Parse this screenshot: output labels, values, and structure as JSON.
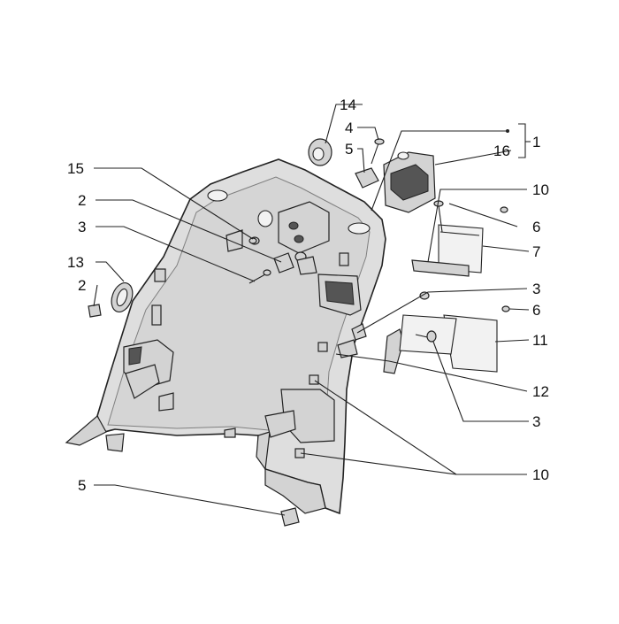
{
  "diagram": {
    "callouts": [
      {
        "id": "c14",
        "text": "14"
      },
      {
        "id": "c4",
        "text": "4"
      },
      {
        "id": "c5a",
        "text": "5"
      },
      {
        "id": "c16",
        "text": "16"
      },
      {
        "id": "c1",
        "text": "1"
      },
      {
        "id": "c15",
        "text": "15"
      },
      {
        "id": "c2a",
        "text": "2"
      },
      {
        "id": "c3a",
        "text": "3"
      },
      {
        "id": "c10a",
        "text": "10"
      },
      {
        "id": "c6a",
        "text": "6"
      },
      {
        "id": "c7",
        "text": "7"
      },
      {
        "id": "c13",
        "text": "13"
      },
      {
        "id": "c2b",
        "text": "2"
      },
      {
        "id": "c3b",
        "text": "3"
      },
      {
        "id": "c6b",
        "text": "6"
      },
      {
        "id": "c11",
        "text": "11"
      },
      {
        "id": "c12",
        "text": "12"
      },
      {
        "id": "c3c",
        "text": "3"
      },
      {
        "id": "c10b",
        "text": "10"
      },
      {
        "id": "c5b",
        "text": "5"
      }
    ]
  }
}
